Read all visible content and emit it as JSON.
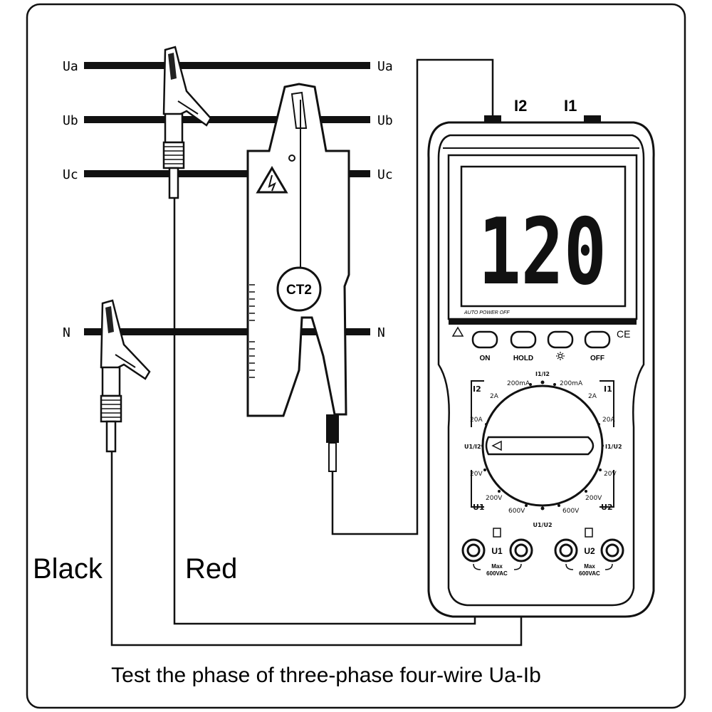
{
  "bus_labels": {
    "ua_left": "Ua",
    "ua_right": "Ua",
    "ub_left": "Ub",
    "ub_right": "Ub",
    "uc_left": "Uc",
    "uc_right": "Uc",
    "n_left": "N",
    "n_right": "N"
  },
  "clamp": {
    "label": "CT2"
  },
  "lead_labels": {
    "black": "Black",
    "red": "Red"
  },
  "meter": {
    "top_jack_left": "I2",
    "top_jack_right": "I1",
    "display_value": "120",
    "auto_power_off": "AUTO POWER OFF",
    "buttons": {
      "on": "ON",
      "hold": "HOLD",
      "off": "OFF"
    },
    "ce_mark": "CE",
    "dial": {
      "top_sym": "I1/I2",
      "bottom_sym": "U1/U2",
      "left_sym": "U1/I2",
      "right_sym": "I1/U2",
      "left_top_200mA": "200mA",
      "right_top_200mA": "200mA",
      "left_2A": "2A",
      "right_2A": "2A",
      "left_20A": "20A",
      "right_20A": "20A",
      "left_20V": "20V",
      "right_20V": "20V",
      "left_200V": "200V",
      "right_200V": "200V",
      "left_600V": "600V",
      "right_600V": "600V",
      "corner_tl": "I2",
      "corner_tr": "I1",
      "corner_bl": "U1",
      "corner_br": "U2"
    },
    "jacks": {
      "u1_label": "U1",
      "u2_label": "U2",
      "max_left_1": "Max",
      "max_left_2": "600VAC",
      "max_right_1": "Max",
      "max_right_2": "600VAC"
    }
  },
  "caption": "Test the phase of three-phase four-wire Ua-Ib"
}
